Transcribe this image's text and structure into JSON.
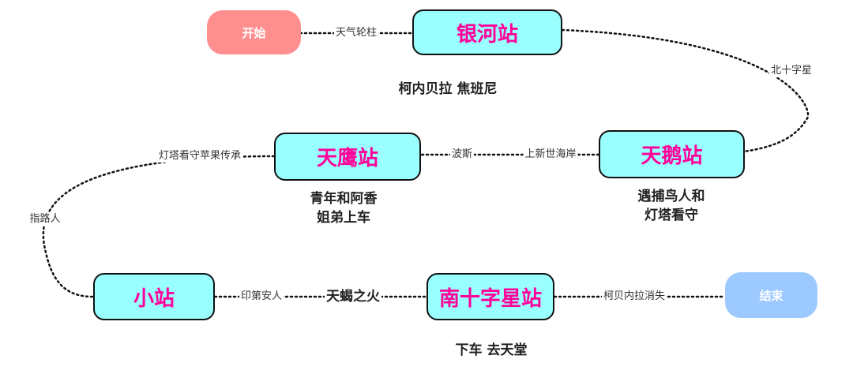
{
  "nodes": {
    "start": "开始",
    "yinhe": "银河站",
    "tiane": "天鹅站",
    "tianying": "天鹰站",
    "xiao": "小站",
    "nanshizi": "南十字星站",
    "end": "结束"
  },
  "edges": {
    "start_yinhe": "天气轮柱",
    "yinhe_tiane": "北十字星",
    "tiane_tianying_a": "上新世海岸",
    "tiane_tianying_b": "波斯",
    "tianying_xiao_a": "灯塔看守苹果传承",
    "tianying_xiao_b": "指路人",
    "xiao_nanshizi_a": "印第安人",
    "xiao_nanshizi_b": "天蝎之火",
    "nanshizi_end": "柯贝内拉消失"
  },
  "notes": {
    "yinhe": "柯内贝拉  焦班尼",
    "tiane_line1": "遇捕鸟人和",
    "tiane_line2": "灯塔看守",
    "tianying_line1": "青年和阿香",
    "tianying_line2": "姐弟上车",
    "nanshizi": "下车  去天堂"
  },
  "colors": {
    "station_fill": "#99ffff",
    "station_text": "#ff0099",
    "start_fill": "#ff8f8f",
    "end_fill": "#9cc9ff"
  }
}
